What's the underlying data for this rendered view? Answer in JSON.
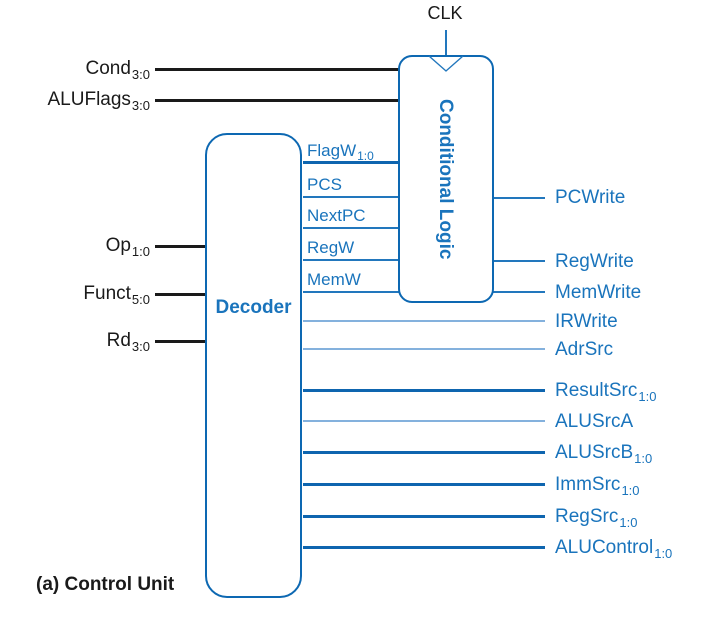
{
  "caption": "(a) Control Unit",
  "clk": {
    "label": "CLK"
  },
  "blocks": {
    "decoder": "Decoder",
    "conditional_logic": "Conditional Logic"
  },
  "inputs": [
    {
      "name": "Cond",
      "sub": "3:0"
    },
    {
      "name": "ALUFlags",
      "sub": "3:0"
    },
    {
      "name": "Op",
      "sub": "1:0"
    },
    {
      "name": "Funct",
      "sub": "5:0"
    },
    {
      "name": "Rd",
      "sub": "3:0"
    }
  ],
  "internal_signals": [
    {
      "name": "FlagW",
      "sub": "1:0"
    },
    {
      "name": "PCS",
      "sub": ""
    },
    {
      "name": "NextPC",
      "sub": ""
    },
    {
      "name": "RegW",
      "sub": ""
    },
    {
      "name": "MemW",
      "sub": ""
    }
  ],
  "outputs": [
    {
      "name": "PCWrite",
      "sub": ""
    },
    {
      "name": "RegWrite",
      "sub": ""
    },
    {
      "name": "MemWrite",
      "sub": ""
    },
    {
      "name": "IRWrite",
      "sub": ""
    },
    {
      "name": "AdrSrc",
      "sub": ""
    },
    {
      "name": "ResultSrc",
      "sub": "1:0"
    },
    {
      "name": "ALUSrcA",
      "sub": ""
    },
    {
      "name": "ALUSrcB",
      "sub": "1:0"
    },
    {
      "name": "ImmSrc",
      "sub": "1:0"
    },
    {
      "name": "RegSrc",
      "sub": "1:0"
    },
    {
      "name": "ALUControl",
      "sub": "1:0"
    }
  ],
  "colors": {
    "ink": "#1a1a1a",
    "blue-border": "#0d68b2",
    "blue-text": "#1a74bc",
    "blue-dark": "#0e65af",
    "blue-med": "#2277bd",
    "blue-light": "#84b1dd",
    "bg": "#ffffff"
  }
}
